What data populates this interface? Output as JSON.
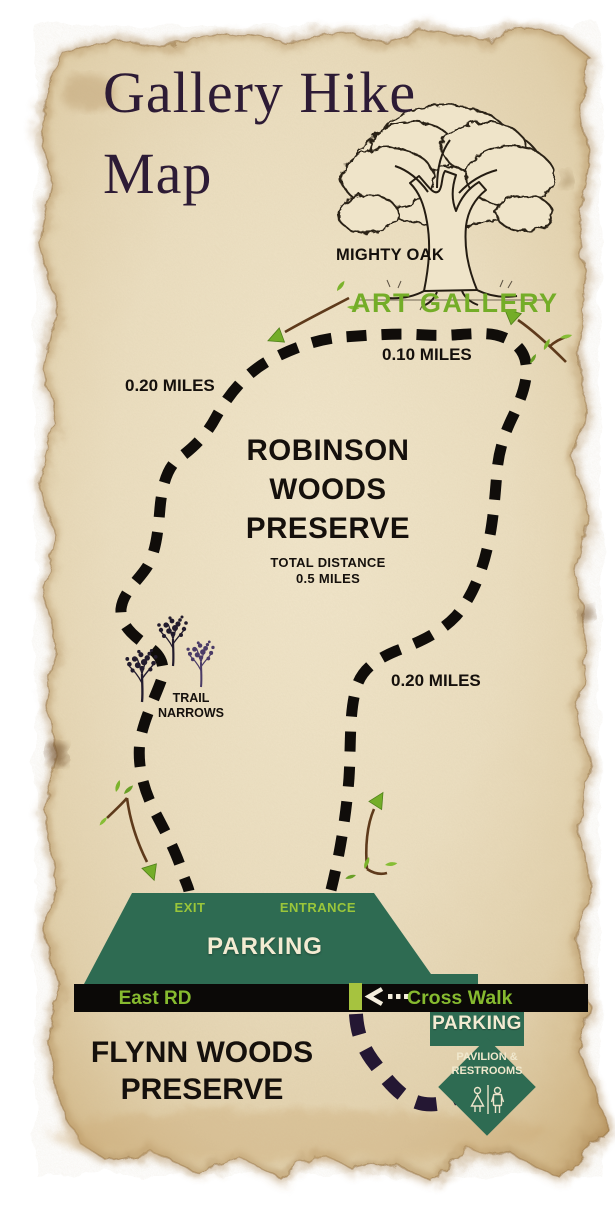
{
  "title": {
    "line1": "Gallery Hike",
    "line2": "Map"
  },
  "oak": {
    "label": "MIGHTY OAK"
  },
  "gallery": {
    "label": "ART GALLERY"
  },
  "distances": {
    "top": "0.10 MILES",
    "west": "0.20 MILES",
    "east": "0.20 MILES"
  },
  "robinson": {
    "line1": "ROBINSON",
    "line2": "WOODS",
    "line3": "PRESERVE",
    "total_label": "TOTAL DISTANCE",
    "total_value": "0.5 MILES"
  },
  "trail_narrows": {
    "line1": "TRAIL",
    "line2": "NARROWS"
  },
  "flynn": {
    "line1": "FLYNN WOODS",
    "line2": "PRESERVE"
  },
  "parking_lot": {
    "label": "PARKING",
    "exit": "EXIT",
    "entrance": "ENTRANCE"
  },
  "road": {
    "name": "East RD",
    "crosswalk_label": "Cross Walk"
  },
  "south_parking": {
    "label": "PARKING",
    "line1": "PAVILION &",
    "line2": "RESTROOMS"
  },
  "icons": {
    "mighty_oak": "oak-tree-illustration",
    "trail_narrows_trees": "bare-trees-illustration",
    "direction_arrows": "branch-arrow-with-leaves",
    "crosswalk_arrow": "left-chevron-with-dots",
    "restrooms": "woman-and-man-restroom-figures"
  },
  "colors": {
    "parchment": "#ecdfc1",
    "parchment_edge": "#b28d58",
    "ink": "#15100c",
    "title_ink": "#2d1b35",
    "green_text": "#74ad28",
    "sign_green": "#9ac63a",
    "parking_green": "#2e6b52",
    "cream": "#f3ebd2",
    "road_black": "#0b0907",
    "trail_black": "#100d0a",
    "trail_navy": "#241733",
    "branch_brown": "#5e3a1b",
    "crosswalk_marker": "#a6c33f"
  }
}
